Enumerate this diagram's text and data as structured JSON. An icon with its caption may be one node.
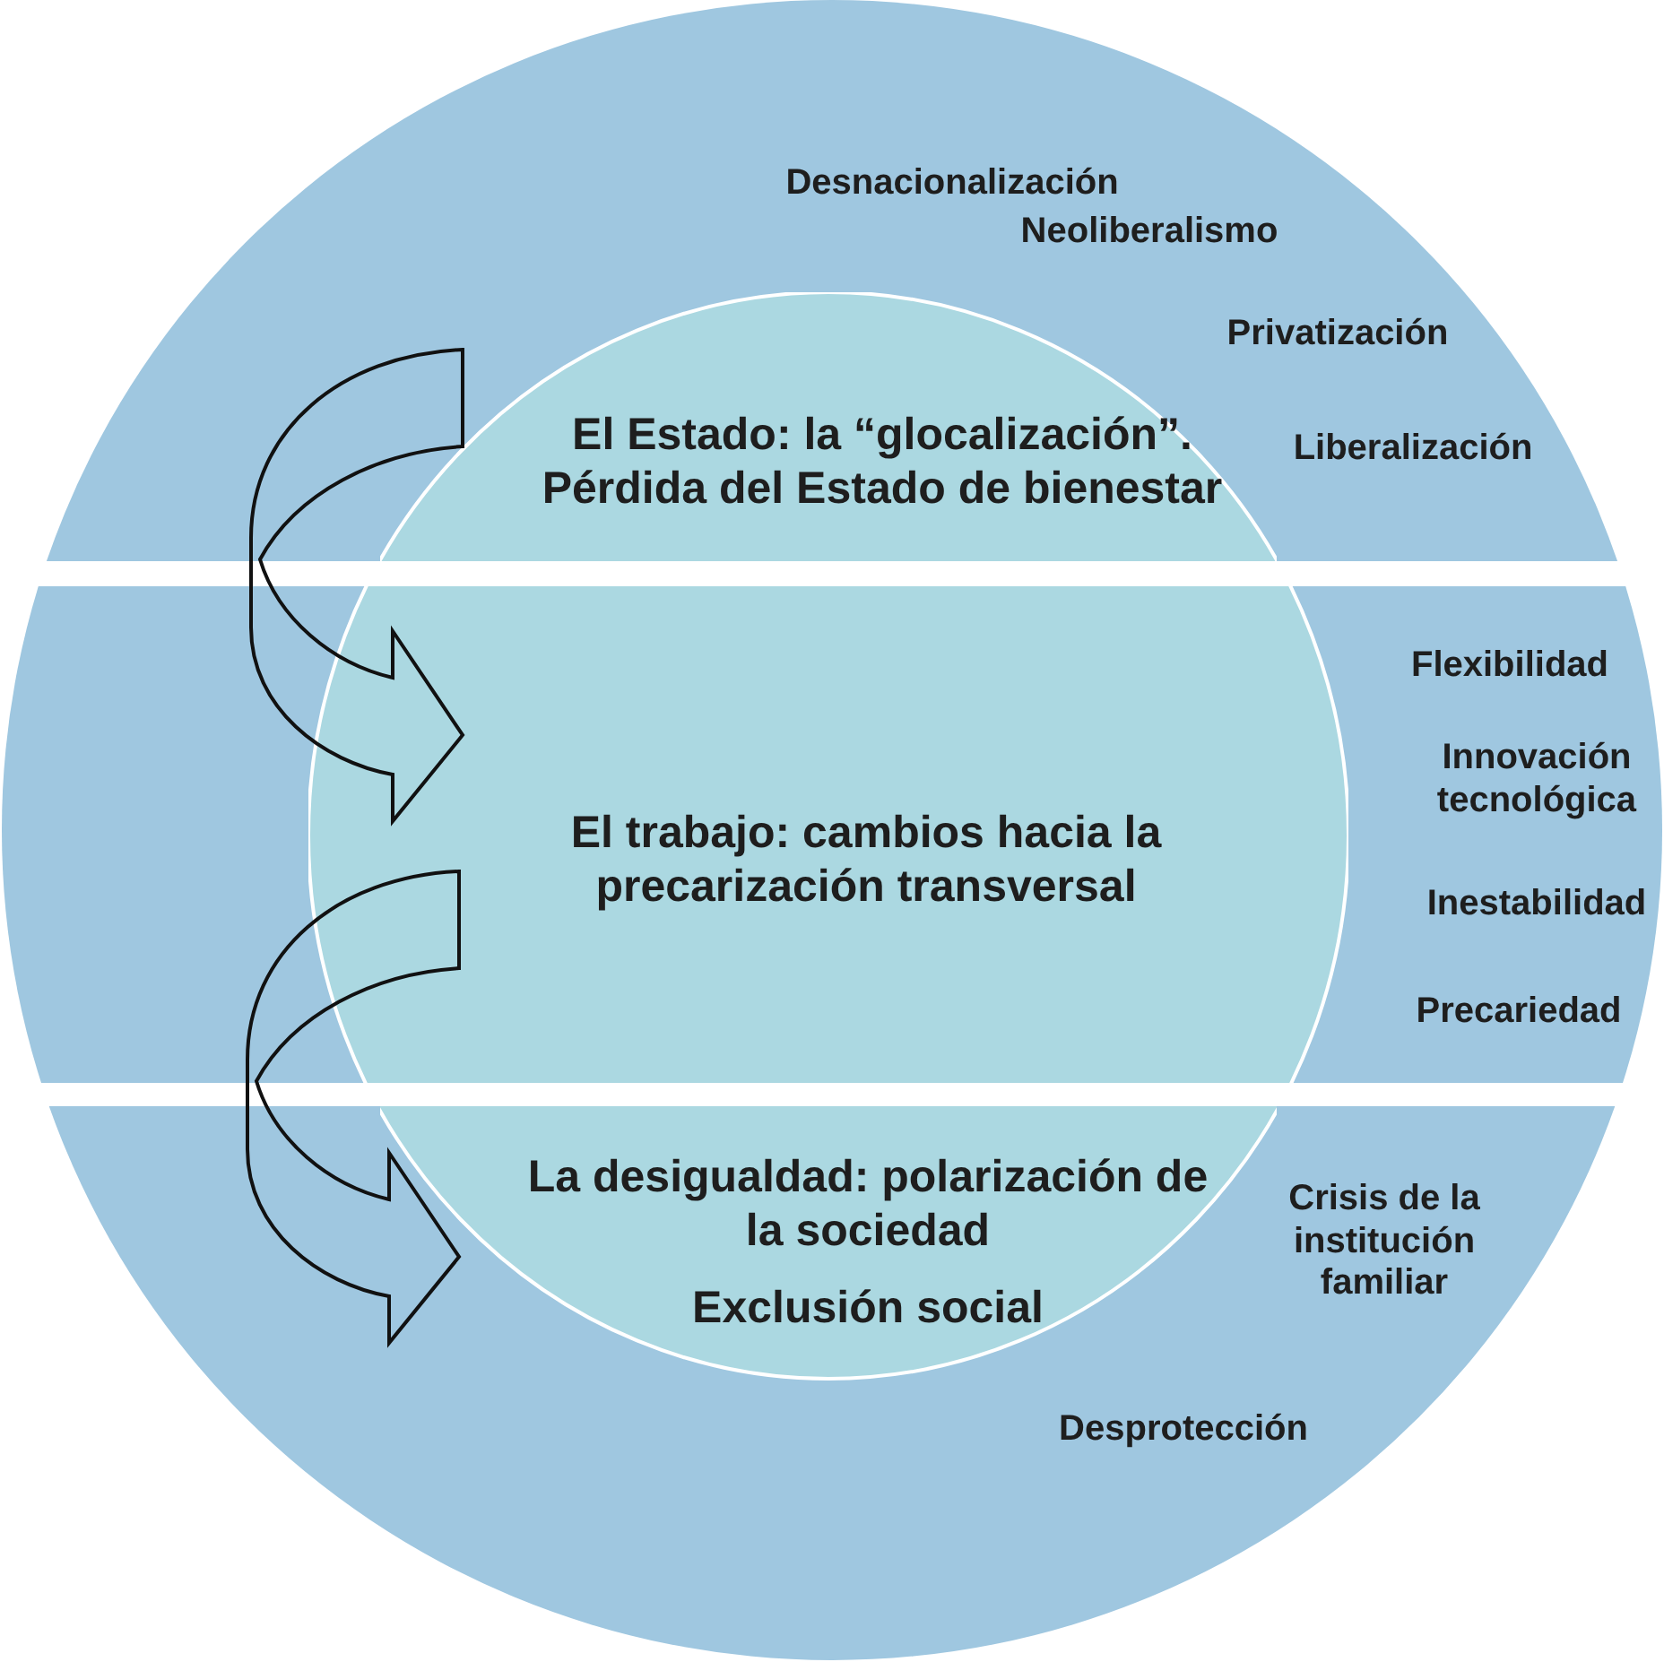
{
  "diagram": {
    "nodes": [
      {
        "text": [
          "Desnacionalización",
          "Neoliberalismo",
          "Privatización",
          "Liberalización"
        ]
      },
      {
        "text": [
          "El Estado: la “glocalización”. Pérdida del Estado de bienestar"
        ],
        "in": 0
      },
      {
        "text": [
          "Flexibilidad",
          "Innovación tecnológica",
          "Inestabilidad",
          "Precariedad"
        ]
      },
      {
        "text": [
          "El trabajo: cambios hacia la precarización transversal"
        ],
        "in": 2
      },
      {
        "text": [
          "Crisis de la institución familiar",
          "Desprotección"
        ]
      },
      {
        "text": [
          "La desigualdad: polarización de la sociedad",
          "Exclusión social"
        ],
        "in": 4
      }
    ],
    "edges": [
      {
        "from": 1,
        "to": 3,
        "arrow": "to"
      },
      {
        "from": 3,
        "to": 5,
        "arrow": "to"
      }
    ]
  }
}
